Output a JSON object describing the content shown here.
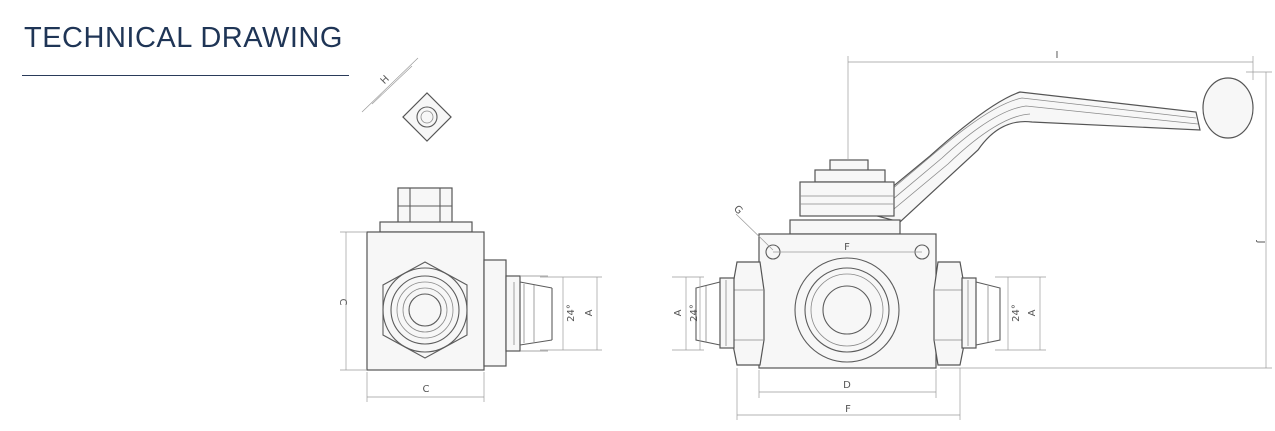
{
  "heading": {
    "title": "TECHNICAL DRAWING"
  },
  "labels": {
    "H": "H",
    "G": "G",
    "I": "I",
    "J": "J",
    "C_side": "C",
    "C_bottom": "C",
    "A_left": "A",
    "A_mid": "A",
    "A_right": "A",
    "angle_left": "24°",
    "angle_mid": "24°",
    "angle_right": "24°",
    "F_top": "F",
    "D": "D",
    "F_bottom": "F"
  },
  "colors": {
    "heading": "#1f3556",
    "line": "#5c5c5c"
  }
}
